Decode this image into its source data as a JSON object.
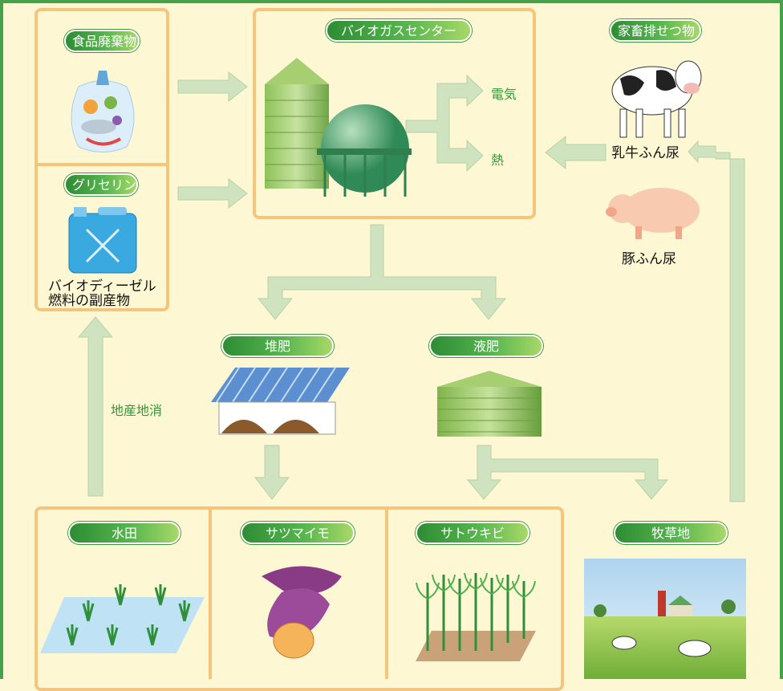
{
  "labels": {
    "food_waste": "食品廃棄物",
    "glycerin": "グリセリン",
    "biogas_center": "バイオガスセンター",
    "livestock_waste": "家畜排せつ物",
    "compost": "堆肥",
    "liquid_fertilizer": "液肥",
    "paddy": "水田",
    "sweet_potato": "サツマイモ",
    "sugarcane": "サトウキビ",
    "pasture": "牧草地"
  },
  "texts": {
    "electricity": "電気",
    "heat": "熱",
    "cow_manure": "乳牛ふん尿",
    "pig_manure": "豚ふん尿",
    "biodiesel_line1": "バイオディーゼル",
    "biodiesel_line2": "燃料の副産物",
    "local_consumption": "地産地消"
  },
  "colors": {
    "background": "#fdf7d3",
    "box_border": "#f5c57c",
    "arrow": "#cfe3c0",
    "frame": "#46a14a",
    "label_green": "#3c9a3c"
  }
}
